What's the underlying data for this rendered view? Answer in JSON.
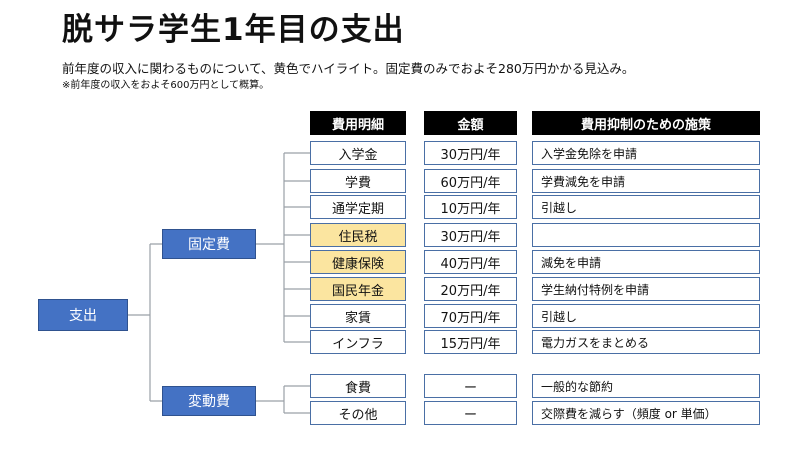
{
  "title": "脱サラ学生1年目の支出",
  "subtitle": "前年度の収入に関わるものについて、黄色でハイライト。固定費のみでおよそ280万円かかる見込み。",
  "note": "※前年度の収入をおよそ600万円として概算。",
  "colors": {
    "node": "#4472c4",
    "highlight": "#fbe5a0",
    "header": "#000000",
    "border": "#4a6fa5"
  },
  "root": "支出",
  "groups": {
    "fixed": "固定費",
    "variable": "変動費"
  },
  "headers": {
    "item": "費用明細",
    "amount": "金額",
    "measure": "費用抑制のための施策"
  },
  "rows": [
    {
      "item": "入学金",
      "amount": "30万円/年",
      "measure": "入学金免除を申請",
      "highlight": false
    },
    {
      "item": "学費",
      "amount": "60万円/年",
      "measure": "学費減免を申請",
      "highlight": false
    },
    {
      "item": "通学定期",
      "amount": "10万円/年",
      "measure": "引越し",
      "highlight": false
    },
    {
      "item": "住民税",
      "amount": "30万円/年",
      "measure": "",
      "highlight": true
    },
    {
      "item": "健康保険",
      "amount": "40万円/年",
      "measure": "減免を申請",
      "highlight": true
    },
    {
      "item": "国民年金",
      "amount": "20万円/年",
      "measure": "学生納付特例を申請",
      "highlight": true
    },
    {
      "item": "家賃",
      "amount": "70万円/年",
      "measure": "引越し",
      "highlight": false
    },
    {
      "item": "インフラ",
      "amount": "15万円/年",
      "measure": "電力ガスをまとめる",
      "highlight": false
    },
    {
      "item": "食費",
      "amount": "ー",
      "measure": "一般的な節約",
      "highlight": false
    },
    {
      "item": "その他",
      "amount": "ー",
      "measure": "交際費を減らす（頻度 or 単価）",
      "highlight": false
    }
  ]
}
